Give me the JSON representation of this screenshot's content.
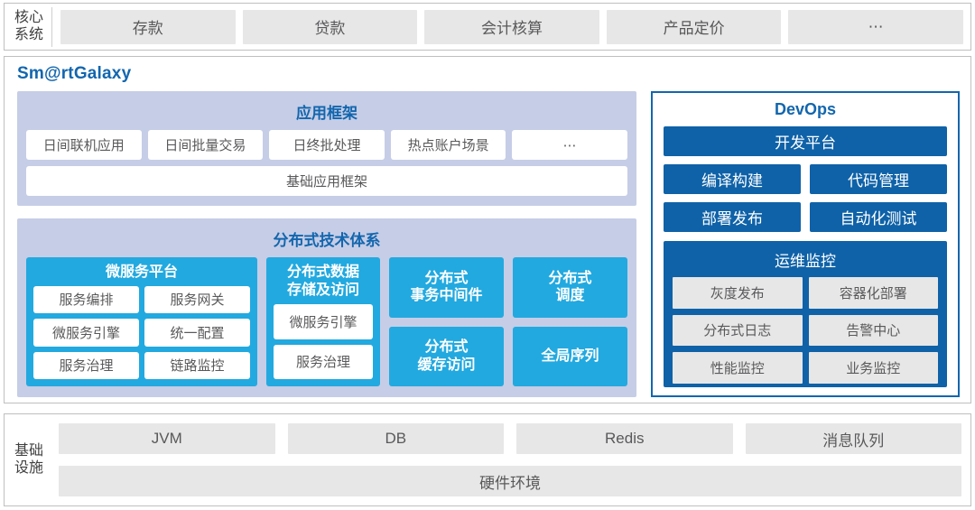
{
  "core_systems": {
    "label": "核心\n系统",
    "label_line1": "核心",
    "label_line2": "系统",
    "items": [
      {
        "label": "存款"
      },
      {
        "label": "贷款"
      },
      {
        "label": "会计核算"
      },
      {
        "label": "产品定价"
      },
      {
        "label": "⋯"
      }
    ]
  },
  "galaxy": {
    "title": "Sm@rtGalaxy",
    "app_framework": {
      "title": "应用框架",
      "items": [
        {
          "label": "日间联机应用"
        },
        {
          "label": "日间批量交易"
        },
        {
          "label": "日终批处理"
        },
        {
          "label": "热点账户场景"
        },
        {
          "label": "⋯"
        }
      ],
      "base": {
        "label": "基础应用框架"
      }
    },
    "distributed": {
      "title": "分布式技术体系",
      "microservice": {
        "title": "微服务平台",
        "items": [
          {
            "label": "服务编排"
          },
          {
            "label": "服务网关"
          },
          {
            "label": "微服务引擎"
          },
          {
            "label": "统一配置"
          },
          {
            "label": "服务治理"
          },
          {
            "label": "链路监控"
          }
        ]
      },
      "data_storage": {
        "title_line1": "分布式数据",
        "title_line2": "存储及访问",
        "items": [
          {
            "label": "微服务引擎"
          },
          {
            "label": "服务治理"
          }
        ]
      },
      "column3": [
        {
          "line1": "分布式",
          "line2": "事务中间件"
        },
        {
          "line1": "分布式",
          "line2": "缓存访问"
        }
      ],
      "column4": [
        {
          "line1": "分布式",
          "line2": "调度"
        },
        {
          "line1": "全局序列",
          "line2": ""
        }
      ]
    }
  },
  "devops": {
    "title": "DevOps",
    "platform": {
      "label": "开发平台"
    },
    "pairs": [
      {
        "left": "编译构建",
        "right": "代码管理"
      },
      {
        "left": "部署发布",
        "right": "自动化测试"
      }
    ],
    "ops": {
      "title": "运维监控",
      "items": [
        {
          "label": "灰度发布"
        },
        {
          "label": "容器化部署"
        },
        {
          "label": "分布式日志"
        },
        {
          "label": "告警中心"
        },
        {
          "label": "性能监控"
        },
        {
          "label": "业务监控"
        }
      ]
    }
  },
  "infrastructure": {
    "label_line1": "基础",
    "label_line2": "设施",
    "items": [
      {
        "label": "JVM"
      },
      {
        "label": "DB"
      },
      {
        "label": "Redis"
      },
      {
        "label": "消息队列"
      }
    ],
    "hardware": {
      "label": "硬件环境"
    }
  },
  "colors": {
    "accent_dark_blue": "#1266ae",
    "devops_blue": "#0f62a8",
    "cyan": "#22a9e0",
    "lavender_panel": "#c6cde6",
    "gray_box": "#e7e7e7",
    "text_gray": "#59595b",
    "border_gray": "#bfbfbf"
  }
}
